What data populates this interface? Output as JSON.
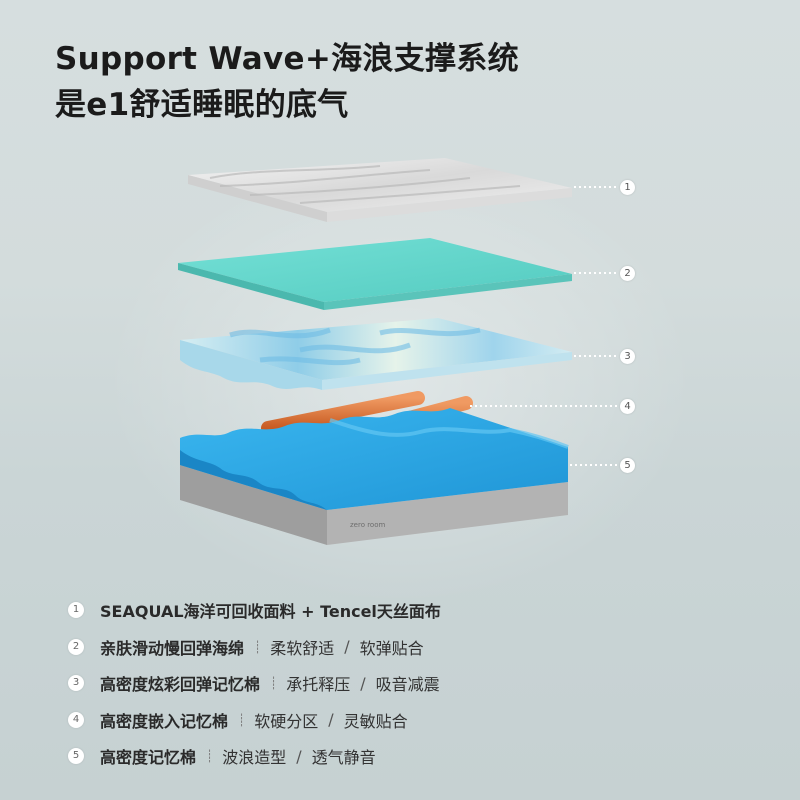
{
  "headline": {
    "line1": "Support Wave+海浪支撑系统",
    "line2": "是e1舒适睡眠的底气"
  },
  "diagram": {
    "brand_label": "zero room",
    "callouts": [
      "1",
      "2",
      "3",
      "4",
      "5"
    ],
    "colors": {
      "top_layer": "#e6e6e6",
      "foam_layer": "#5fd3c9",
      "memory_foam": "#bfe3ee",
      "rods": "#e0733a",
      "wave_foam": "#2aa6e2",
      "base": "#a9a9a9"
    }
  },
  "features": [
    {
      "num": "1",
      "title": "SEAQUAL海洋可回收面料 + Tencel天丝面布",
      "details": []
    },
    {
      "num": "2",
      "title": "亲肤滑动慢回弹海绵",
      "details": [
        "柔软舒适",
        "软弹贴合"
      ]
    },
    {
      "num": "3",
      "title": "高密度炫彩回弹记忆棉",
      "details": [
        "承托释压",
        "吸音减震"
      ]
    },
    {
      "num": "4",
      "title": "高密度嵌入记忆棉",
      "details": [
        "软硬分区",
        "灵敏贴合"
      ]
    },
    {
      "num": "5",
      "title": "高密度记忆棉",
      "details": [
        "波浪造型",
        "透气静音"
      ]
    }
  ]
}
